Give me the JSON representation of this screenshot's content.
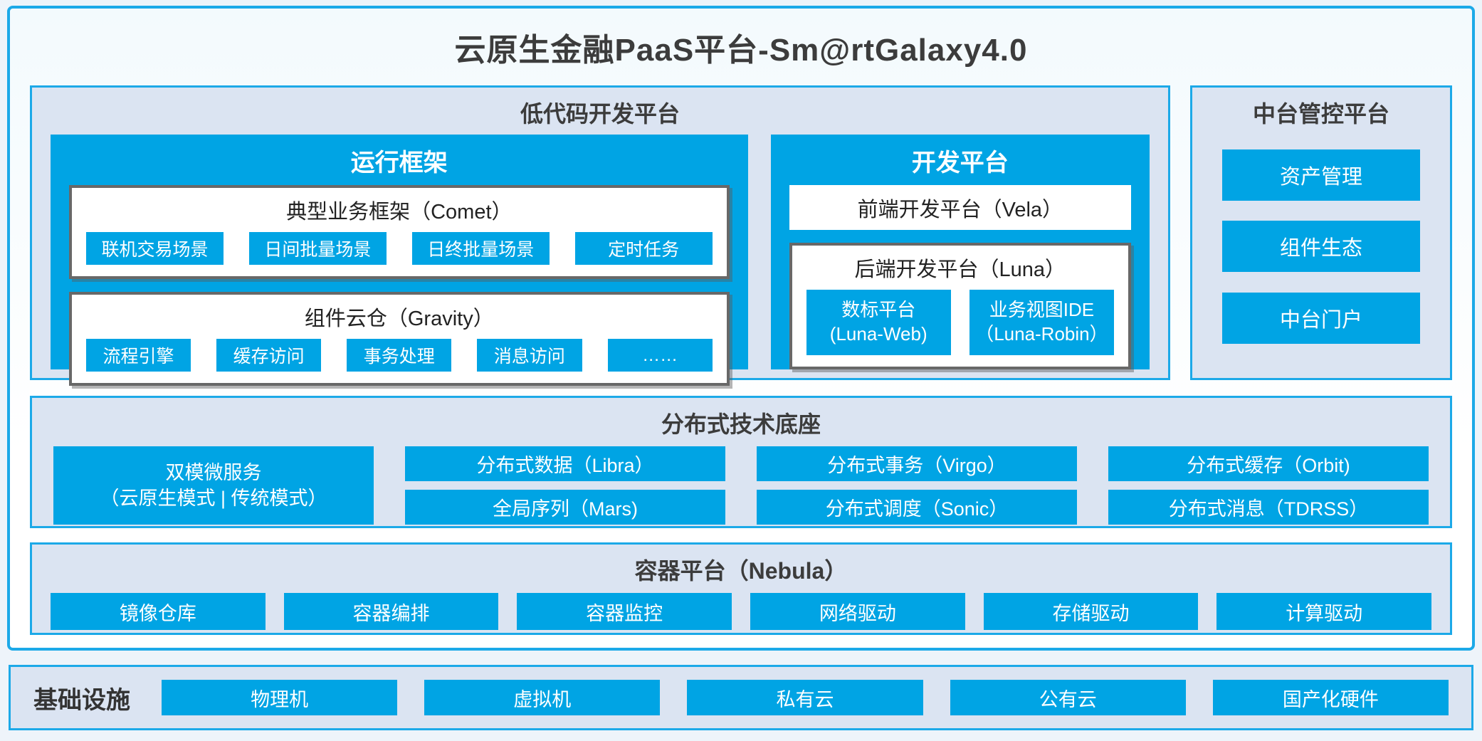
{
  "title": "云原生金融PaaS平台-Sm@rtGalaxy4.0",
  "colors": {
    "accent_blue": "#00a4e4",
    "border_blue": "#1ca9e8",
    "panel_bg": "#dbe4f2",
    "box_border_gray": "#686868",
    "text_dark": "#3c3c3c"
  },
  "lowcode": {
    "title": "低代码开发平台",
    "runtime": {
      "title": "运行框架",
      "comet": {
        "title": "典型业务框架（Comet）",
        "items": [
          "联机交易场景",
          "日间批量场景",
          "日终批量场景",
          "定时任务"
        ]
      },
      "gravity": {
        "title": "组件云仓（Gravity）",
        "items": [
          "流程引擎",
          "缓存访问",
          "事务处理",
          "消息访问",
          "……"
        ]
      }
    },
    "dev": {
      "title": "开发平台",
      "vela": "前端开发平台（Vela）",
      "luna": {
        "title": "后端开发平台（Luna）",
        "items": [
          {
            "line1": "数标平台",
            "line2": "(Luna-Web)"
          },
          {
            "line1": "业务视图IDE",
            "line2": "（Luna-Robin）"
          }
        ]
      }
    }
  },
  "midplatform": {
    "title": "中台管控平台",
    "items": [
      "资产管理",
      "组件生态",
      "中台门户"
    ]
  },
  "distributed": {
    "title": "分布式技术底座",
    "dual_mode": {
      "line1": "双模微服务",
      "line2": "（云原生模式 | 传统模式）"
    },
    "grid": [
      [
        "分布式数据（Libra）",
        "全局序列（Mars)"
      ],
      [
        "分布式事务（Virgo）",
        "分布式调度（Sonic）"
      ],
      [
        "分布式缓存（Orbit)",
        "分布式消息（TDRSS）"
      ]
    ]
  },
  "container_platform": {
    "title": "容器平台（Nebula）",
    "items": [
      "镜像仓库",
      "容器编排",
      "容器监控",
      "网络驱动",
      "存储驱动",
      "计算驱动"
    ]
  },
  "infrastructure": {
    "title": "基础设施",
    "items": [
      "物理机",
      "虚拟机",
      "私有云",
      "公有云",
      "国产化硬件"
    ]
  }
}
